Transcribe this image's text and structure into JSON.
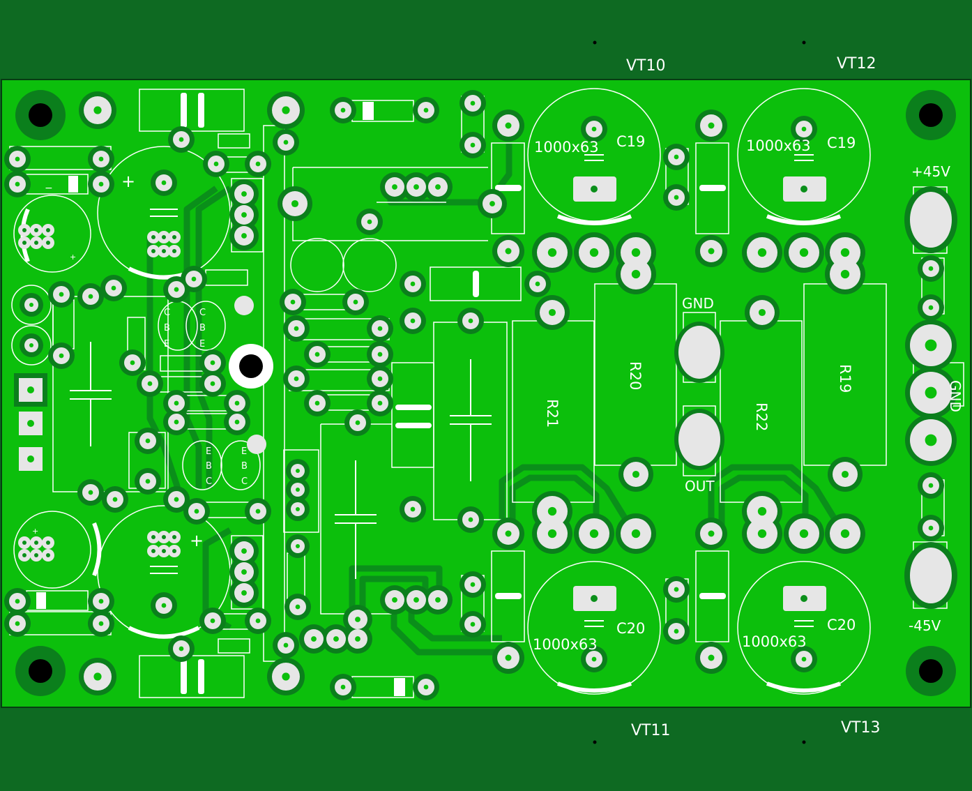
{
  "colors": {
    "outer_bg": "#0e6a22",
    "board": "#0cbf0c",
    "pad_ring": "#0b7f1c",
    "pad": "#e6e6e6",
    "trace": "#0a8f1a",
    "silk": "#ffffff",
    "hole": "#000000"
  },
  "heatsink_labels": {
    "vt10": "VT10",
    "vt12": "VT12",
    "vt11": "VT11",
    "vt13": "VT13"
  },
  "capacitors": {
    "c19_value": "1000x63",
    "c19_ref": "C19",
    "c20_value": "1000x63",
    "c20_ref": "C20"
  },
  "resistors": {
    "r19": "R19",
    "r20": "R20",
    "r21": "R21",
    "r22": "R22"
  },
  "power": {
    "pos": "+45V",
    "neg": "-45V",
    "gnd": "GND"
  },
  "output": {
    "gnd": "GND",
    "out": "OUT"
  },
  "transistor_pins": {
    "c": "C",
    "b": "B",
    "e": "E",
    "plus": "+",
    "minus": "−"
  }
}
